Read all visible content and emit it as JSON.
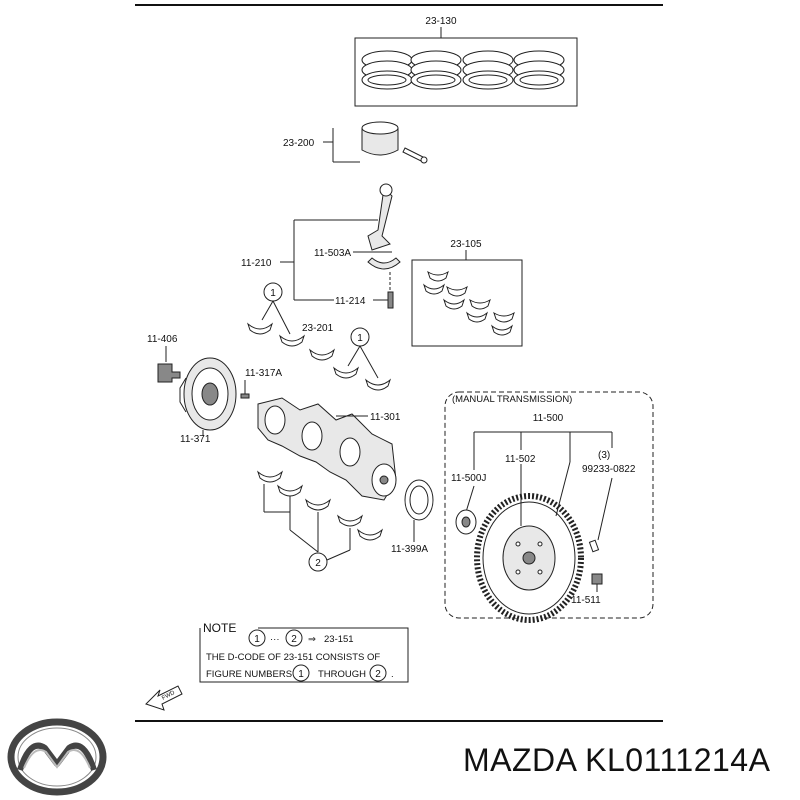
{
  "parts": {
    "p23_130": "23-130",
    "p23_200": "23-200",
    "p11_503a": "11-503A",
    "p11_210": "11-210",
    "p23_105": "23-105",
    "p11_214": "11-214",
    "p23_201": "23-201",
    "p11_406": "11-406",
    "p11_317a": "11-317A",
    "p11_301": "11-301",
    "p11_371": "11-371",
    "p11_399a": "11-399A",
    "p11_500": "11-500",
    "p11_502": "11-502",
    "p11_500j": "11-500J",
    "p99233": "99233-0822",
    "p11_511": "11-511"
  },
  "callouts": {
    "c1": "1",
    "c2": "2",
    "c3": "(3)"
  },
  "manual_box": "(MANUAL TRANSMISSION)",
  "note": {
    "title": "NOTE",
    "line1_a": "1",
    "line1_dots": "···",
    "line1_b": "2",
    "line1_arrow": "⇒",
    "line1_code": "23-151",
    "line2": "THE D-CODE OF  23-151  CONSISTS OF",
    "line3_a": "FIGURE NUMBERS",
    "line3_c1": "1",
    "line3_b": "THROUGH",
    "line3_c2": "2",
    "line3_end": "."
  },
  "fwd": "FWD",
  "brand": {
    "name": "MAZDA",
    "part_number": "KL0111214A",
    "full": "MAZDA KL0111214A"
  }
}
